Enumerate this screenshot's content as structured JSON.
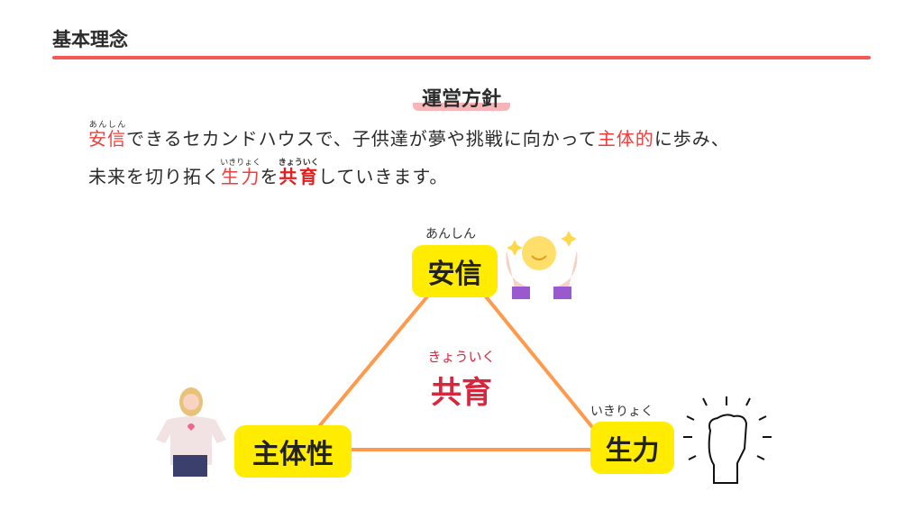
{
  "header": {
    "title": "基本理念"
  },
  "section": {
    "heading": "運営方針"
  },
  "body": {
    "l1_a": "安信",
    "l1_a_ruby": "あんしん",
    "l1_b": "できるセカンドハウスで、子供達が夢や挑戦に向かって",
    "l1_c": "主体的",
    "l1_d": "に歩み、",
    "l2_a": "未来を切り拓く",
    "l2_b": "生力",
    "l2_b_ruby": "いきりょく",
    "l2_c": "を",
    "l2_d": "共育",
    "l2_d_ruby": "きょういく",
    "l2_e": "していきます。"
  },
  "diagram": {
    "top": {
      "label": "安信",
      "ruby": "あんしん"
    },
    "left": {
      "label": "主体性"
    },
    "right": {
      "label": "生力",
      "ruby": "いきりょく"
    },
    "center": {
      "label": "共育",
      "ruby": "きょういく"
    }
  },
  "colors": {
    "accent": "#f25a5a",
    "box": "#ffec00",
    "line": "#ff9a4d",
    "center": "#d7263d"
  }
}
